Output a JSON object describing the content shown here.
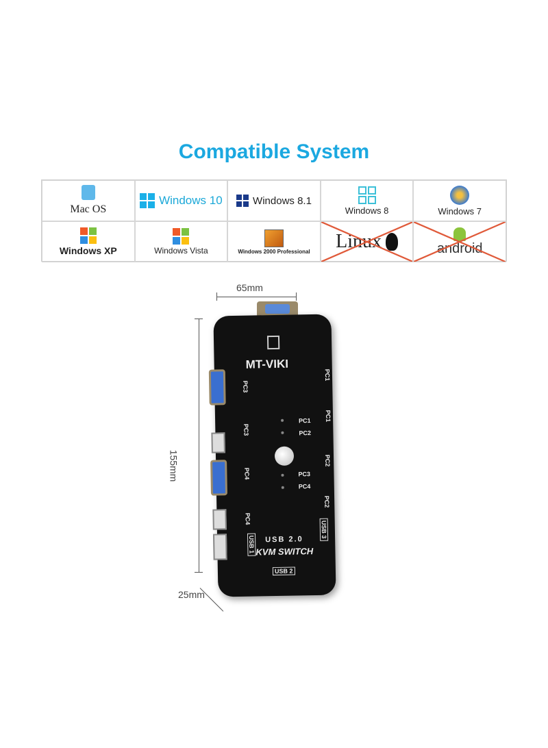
{
  "title": "Compatible System",
  "systems": [
    {
      "label": "Mac OS",
      "icon": "mac-finder-icon",
      "supported": true
    },
    {
      "label": "Windows 10",
      "icon": "windows-10-icon",
      "supported": true
    },
    {
      "label": "Windows 8.1",
      "icon": "windows-81-icon",
      "supported": true
    },
    {
      "label": "Windows 8",
      "icon": "windows-8-icon",
      "supported": true
    },
    {
      "label": "Windows 7",
      "icon": "windows-7-icon",
      "supported": true
    },
    {
      "label": "Windows XP",
      "icon": "windows-xp-icon",
      "supported": true
    },
    {
      "label": "Windows Vista",
      "icon": "windows-vista-icon",
      "supported": true
    },
    {
      "label": "Windows 2000 Professional",
      "icon": "windows-2000-icon",
      "supported": true
    },
    {
      "label": "Linux",
      "icon": "linux-tux-icon",
      "supported": false
    },
    {
      "label": "android",
      "icon": "android-icon",
      "supported": false
    }
  ],
  "dimensions": {
    "width": "65mm",
    "height": "155mm",
    "depth": "25mm"
  },
  "device": {
    "brand": "MT-VIKI",
    "product_line1": "USB 2.0",
    "product_line2": "KVM SWITCH",
    "leds": [
      "PC1",
      "PC2",
      "PC3",
      "PC4"
    ],
    "left_ports": [
      "PC3",
      "PC3",
      "PC4",
      "PC4"
    ],
    "right_ports": [
      "PC1",
      "PC1",
      "PC2",
      "PC2"
    ],
    "usb_labels": [
      "USB 1",
      "USB 2",
      "USB 3"
    ]
  }
}
